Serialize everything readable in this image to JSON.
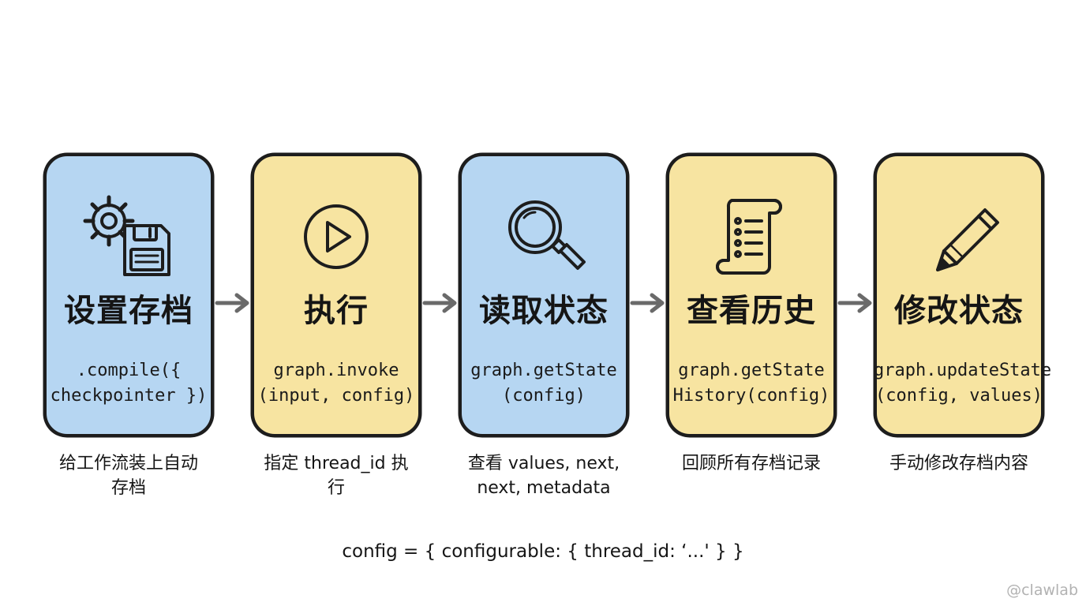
{
  "colors": {
    "blue_card": "#b6d6f2",
    "yellow_card": "#f7e4a1",
    "outline": "#1d1d1d",
    "arrow": "#6a6a6a",
    "watermark": "#b2b2b2"
  },
  "steps": [
    {
      "title": "设置存档",
      "code_lines": [
        ".compile({",
        "checkpointer })"
      ],
      "caption_lines": [
        "给工作流装上自动",
        "存档"
      ],
      "icon": "gear-and-floppy-disk-icon",
      "color": "blue"
    },
    {
      "title": "执行",
      "code_lines": [
        "graph.invoke",
        "(input, config)"
      ],
      "caption_lines": [
        "指定 thread_id 执",
        "行"
      ],
      "icon": "play-icon",
      "color": "yellow"
    },
    {
      "title": "读取状态",
      "code_lines": [
        "graph.getState",
        "(config)"
      ],
      "caption_lines": [
        "查看 values, next,",
        "next, metadata"
      ],
      "icon": "magnifying-glass-icon",
      "color": "blue"
    },
    {
      "title": "查看历史",
      "code_lines": [
        "graph.getState",
        "History(config)"
      ],
      "caption_lines": [
        "回顾所有存档记录"
      ],
      "icon": "scroll-list-icon",
      "color": "yellow"
    },
    {
      "title": "修改状态",
      "code_lines": [
        "graph.updateState",
        "(config, values)"
      ],
      "caption_lines": [
        "手动修改存档内容"
      ],
      "icon": "pencil-icon",
      "color": "yellow"
    }
  ],
  "config_note": "config = { configurable: { thread_id: ‘...' } }",
  "watermark": "@clawlab"
}
